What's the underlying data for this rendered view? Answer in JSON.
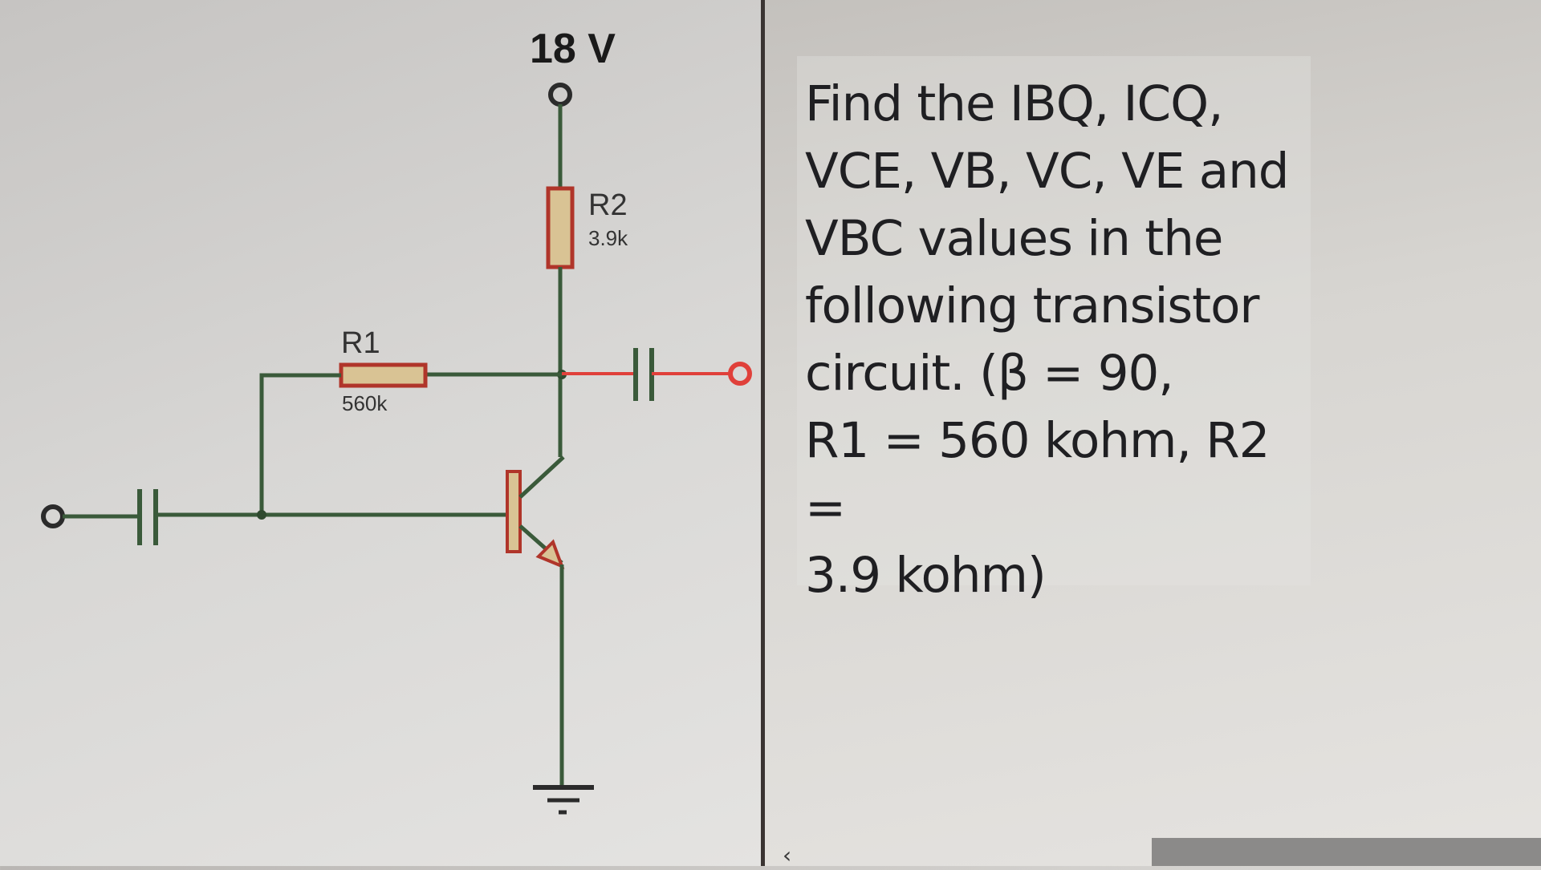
{
  "circuit": {
    "supply_label": "18 V",
    "r1": {
      "name": "R1",
      "value": "560k"
    },
    "r2": {
      "name": "R2",
      "value": "3.9k"
    },
    "colors": {
      "wire": "#3a5a3a",
      "resistor_fill": "#d9c394",
      "resistor_border": "#b0352a",
      "output_wire": "#e0403a"
    }
  },
  "question": {
    "text": "Find the IBQ, ICQ,\nVCE, VB, VC, VE and\nVBC values in the\nfollowing transistor\ncircuit. (β = 90,\nR1 = 560 kohm, R2 =\n3.9 kohm)"
  },
  "icons": {
    "scroll": "‹"
  }
}
